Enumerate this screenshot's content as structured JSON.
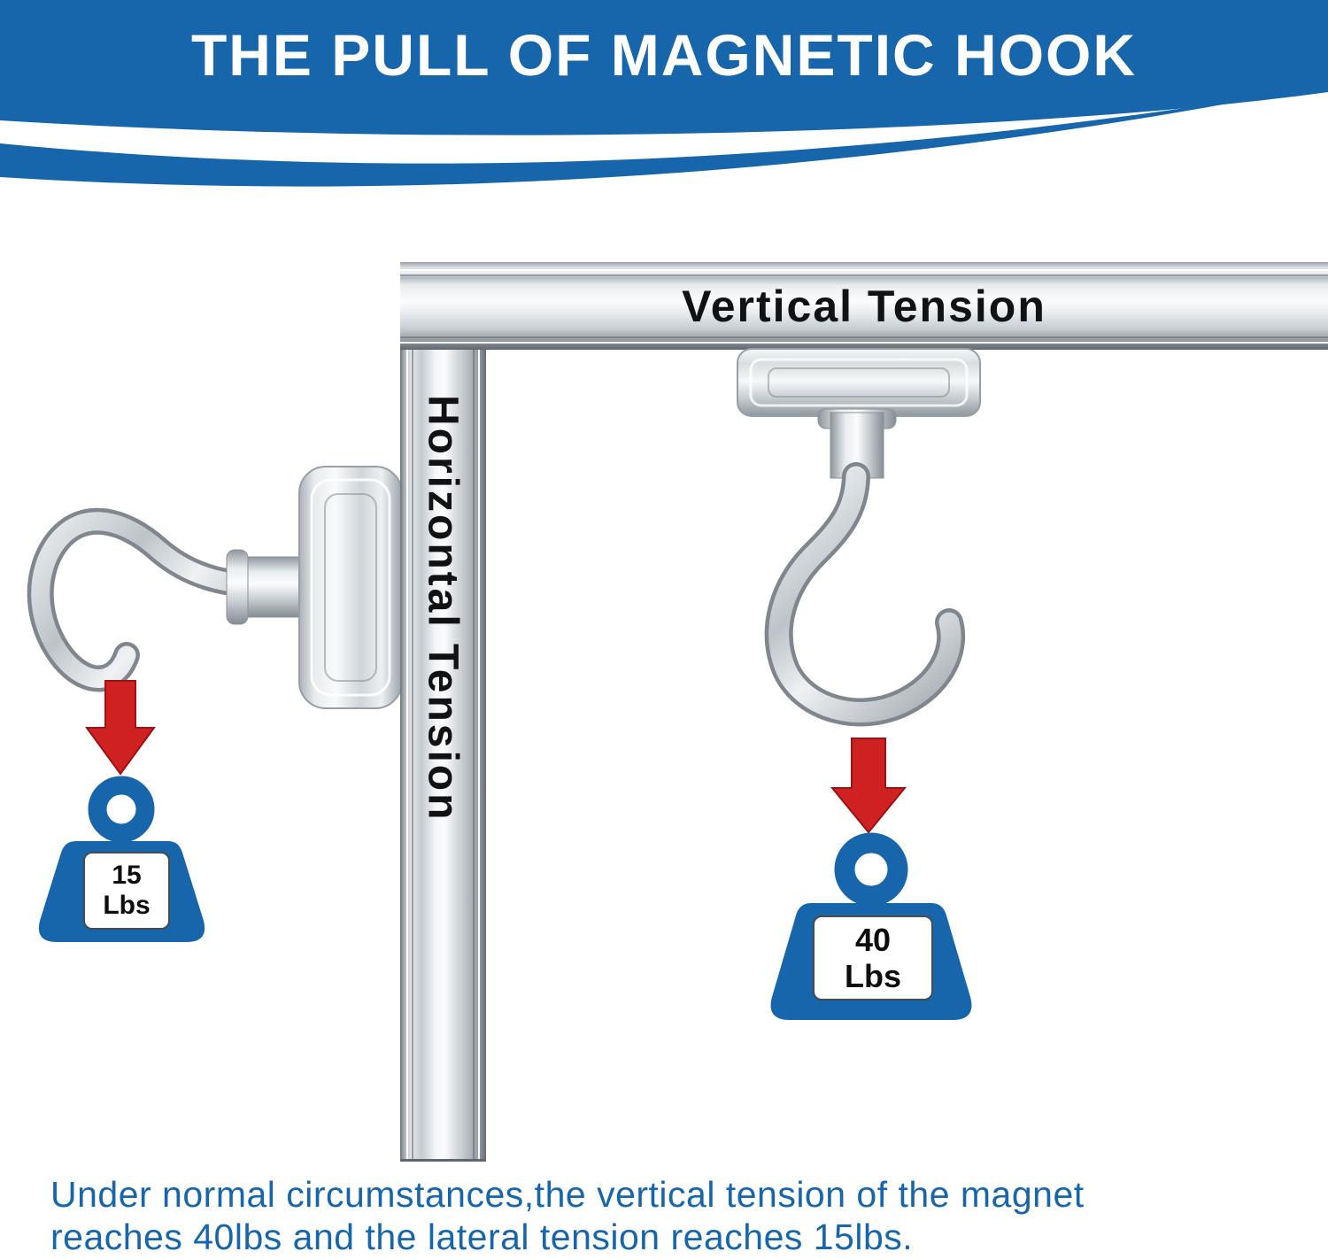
{
  "colors": {
    "header_blue": "#1766ab",
    "weight_blue": "#1766ab",
    "arrow_red": "#cf2121",
    "text_blue": "#1766ab"
  },
  "header": {
    "title": "THE PULL OF MAGNETIC HOOK"
  },
  "diagram": {
    "horizontal_bar_label": "Vertical Tension",
    "vertical_bar_label": "Horizontal Tension",
    "left_weight": {
      "value": "15",
      "unit": "Lbs"
    },
    "right_weight": {
      "value": "40",
      "unit": "Lbs"
    },
    "icons": {
      "left_hook": "magnetic-hook-horizontal-mount",
      "right_hook": "magnetic-hook-vertical-mount",
      "left_arrow": "red-down-arrow",
      "right_arrow": "red-down-arrow",
      "left_weight_icon": "kettlebell-weight",
      "right_weight_icon": "kettlebell-weight"
    }
  },
  "caption": {
    "line1": "Under normal circumstances,the vertical tension of the magnet",
    "line2": "reaches 40lbs and the lateral tension reaches 15lbs."
  }
}
